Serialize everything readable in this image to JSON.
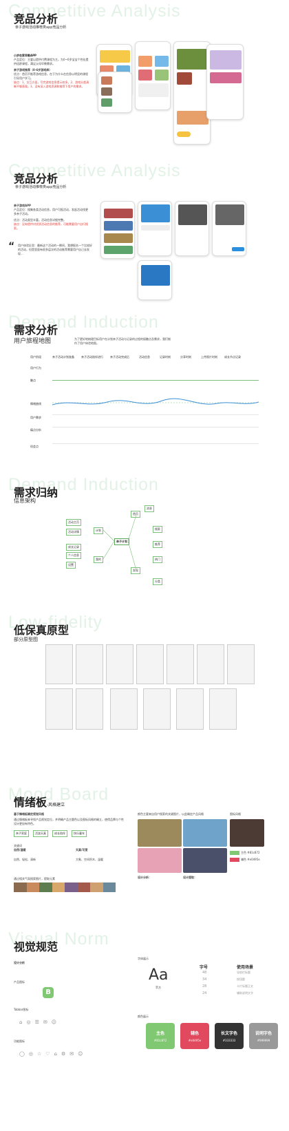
{
  "competitive1": {
    "title": "竞品分析",
    "bg_en": "Competitive Analysis",
    "subtitle": "亲子游戏活动推荐类app竞品分析",
    "app_name": "小步在家早教APP",
    "intro": "产品定位：主要以提供付费课程为主。为0~6岁宝宝个性化提供适龄课程，满足父母早教需求。",
    "feature_title": "亲子游戏推荐（0-6岁游戏库）",
    "pros": "优点：首页不推荐游戏信息，在于为什么在信息以明显的课程引导用户学习。",
    "cons": "缺点：1、交互方面，写完游戏信息提示较多。2、游戏分类清晰不够直观。3、没有深入游戏资源和推荐下用户的需求。"
  },
  "competitive2": {
    "title": "竞品分析",
    "bg_en": "Competitive Analysis",
    "subtitle": "亲子游戏活动推荐类app竞品分析",
    "app_name": "亲子游戏APP",
    "intro": "产品定位：搜集各类活动信息，用户可报活动，发起活动找更多亲子活动。",
    "pros": "优点：活动类型丰富，活动信息详细完整。",
    "cons": "缺点：没有提供对优质活动信息的推荐，可能需要用户自行搜索。",
    "quote": "用户体验反思：最新这个活动的一瞬间，我想报名一个比较好的活动，但是里面有很多层次的活动推荐需要用户自己去发现..."
  },
  "demand": {
    "title": "需求分析",
    "bg_en": "Demand Induction",
    "subtitle": "用户旅程地图",
    "desc": "为了更好地梳理目标用户在计划亲子活动与记录的过程的接触点及需求，我们制作了用户体验地图。",
    "stages": [
      "用户阶段",
      "亲子活动计划准备",
      "亲子活动陪伴进行",
      "亲子活动完成后",
      "活动信息",
      "记录时刻",
      "分享时刻",
      "上传照片时刻",
      "成长节点记录"
    ],
    "rows": [
      "用户行为",
      "触点",
      "情绪曲线",
      "用户需求",
      "痛点分析",
      "机会点"
    ]
  },
  "induction": {
    "title": "需求归纳",
    "bg_en": "Demand Induction",
    "subtitle": "信息架构",
    "root": "亲子计划",
    "branches": [
      "计划",
      "我的",
      "首页",
      "发现"
    ],
    "leaves": [
      "活动主页",
      "活动详情",
      "成长记录",
      "个人信息",
      "设置",
      "消息",
      "搜索",
      "推荐",
      "热门",
      "分类"
    ]
  },
  "lowfi": {
    "title": "低保真原型",
    "bg_en": "Low-fidelity",
    "subtitle": "部分原型图"
  },
  "mood": {
    "title": "情绪板",
    "subtitle_suffix": "-风格建立",
    "bg_en": "Mood Board",
    "left_title": "基于情绪板确定视觉风格",
    "left_desc": "通过情绪板来寻找产品视觉定位，并明确产品主题色以及图标风格的确立，使得品牌与个性设计更加有特色。",
    "tags": [
      "亲子家庭",
      "活泼天真",
      "成长陪伴",
      "快乐童年"
    ],
    "keywords_label": "关键词",
    "keywords": [
      "自然/温暖",
      "天真/可爱"
    ],
    "keywords2": [
      "自然、轻松、清新",
      "大象、空间积木、温暖"
    ],
    "photo_title": "通过相关气氛搜索图片，提取元素",
    "right_title": "颜色主要来自用户搜索的关键图片，以此确定产品风格",
    "brand_label": "图标风格",
    "main_label": "主色 #81c872",
    "aux_label": "辅色 #e0495e",
    "design_left": "设计分析：",
    "design_right": "设计提取："
  },
  "visual": {
    "title": "视觉规范",
    "bg_en": "Visual Norm",
    "subtitle_left": "设计分析",
    "font_label": "字体展示",
    "font_sample": "Aa",
    "font_name": "苹方",
    "size_label": "字号",
    "sizes": [
      "48",
      "34",
      "28",
      "24"
    ],
    "usage_label": "使用场景",
    "usages": [
      "导航栏标题",
      "按钮题",
      "卡片标题正文",
      "辅助说明文字"
    ],
    "logo_label": "产品图标",
    "tabbar_label": "Tabbar图标",
    "func_label": "功能图标",
    "color_label": "颜色展示",
    "colors": [
      {
        "name": "主色",
        "hex": "#81c872",
        "value": "#81c872"
      },
      {
        "name": "辅色",
        "hex": "#e0495e",
        "value": "#e0495e"
      },
      {
        "name": "长文字色",
        "hex": "#333333",
        "value": "#333333"
      },
      {
        "name": "说明字色",
        "hex": "#999999",
        "value": "#999999"
      }
    ],
    "func_icons": [
      "◯",
      "◎",
      "☆",
      "♡",
      "⌂",
      "⚙",
      "✉",
      "☺"
    ]
  }
}
